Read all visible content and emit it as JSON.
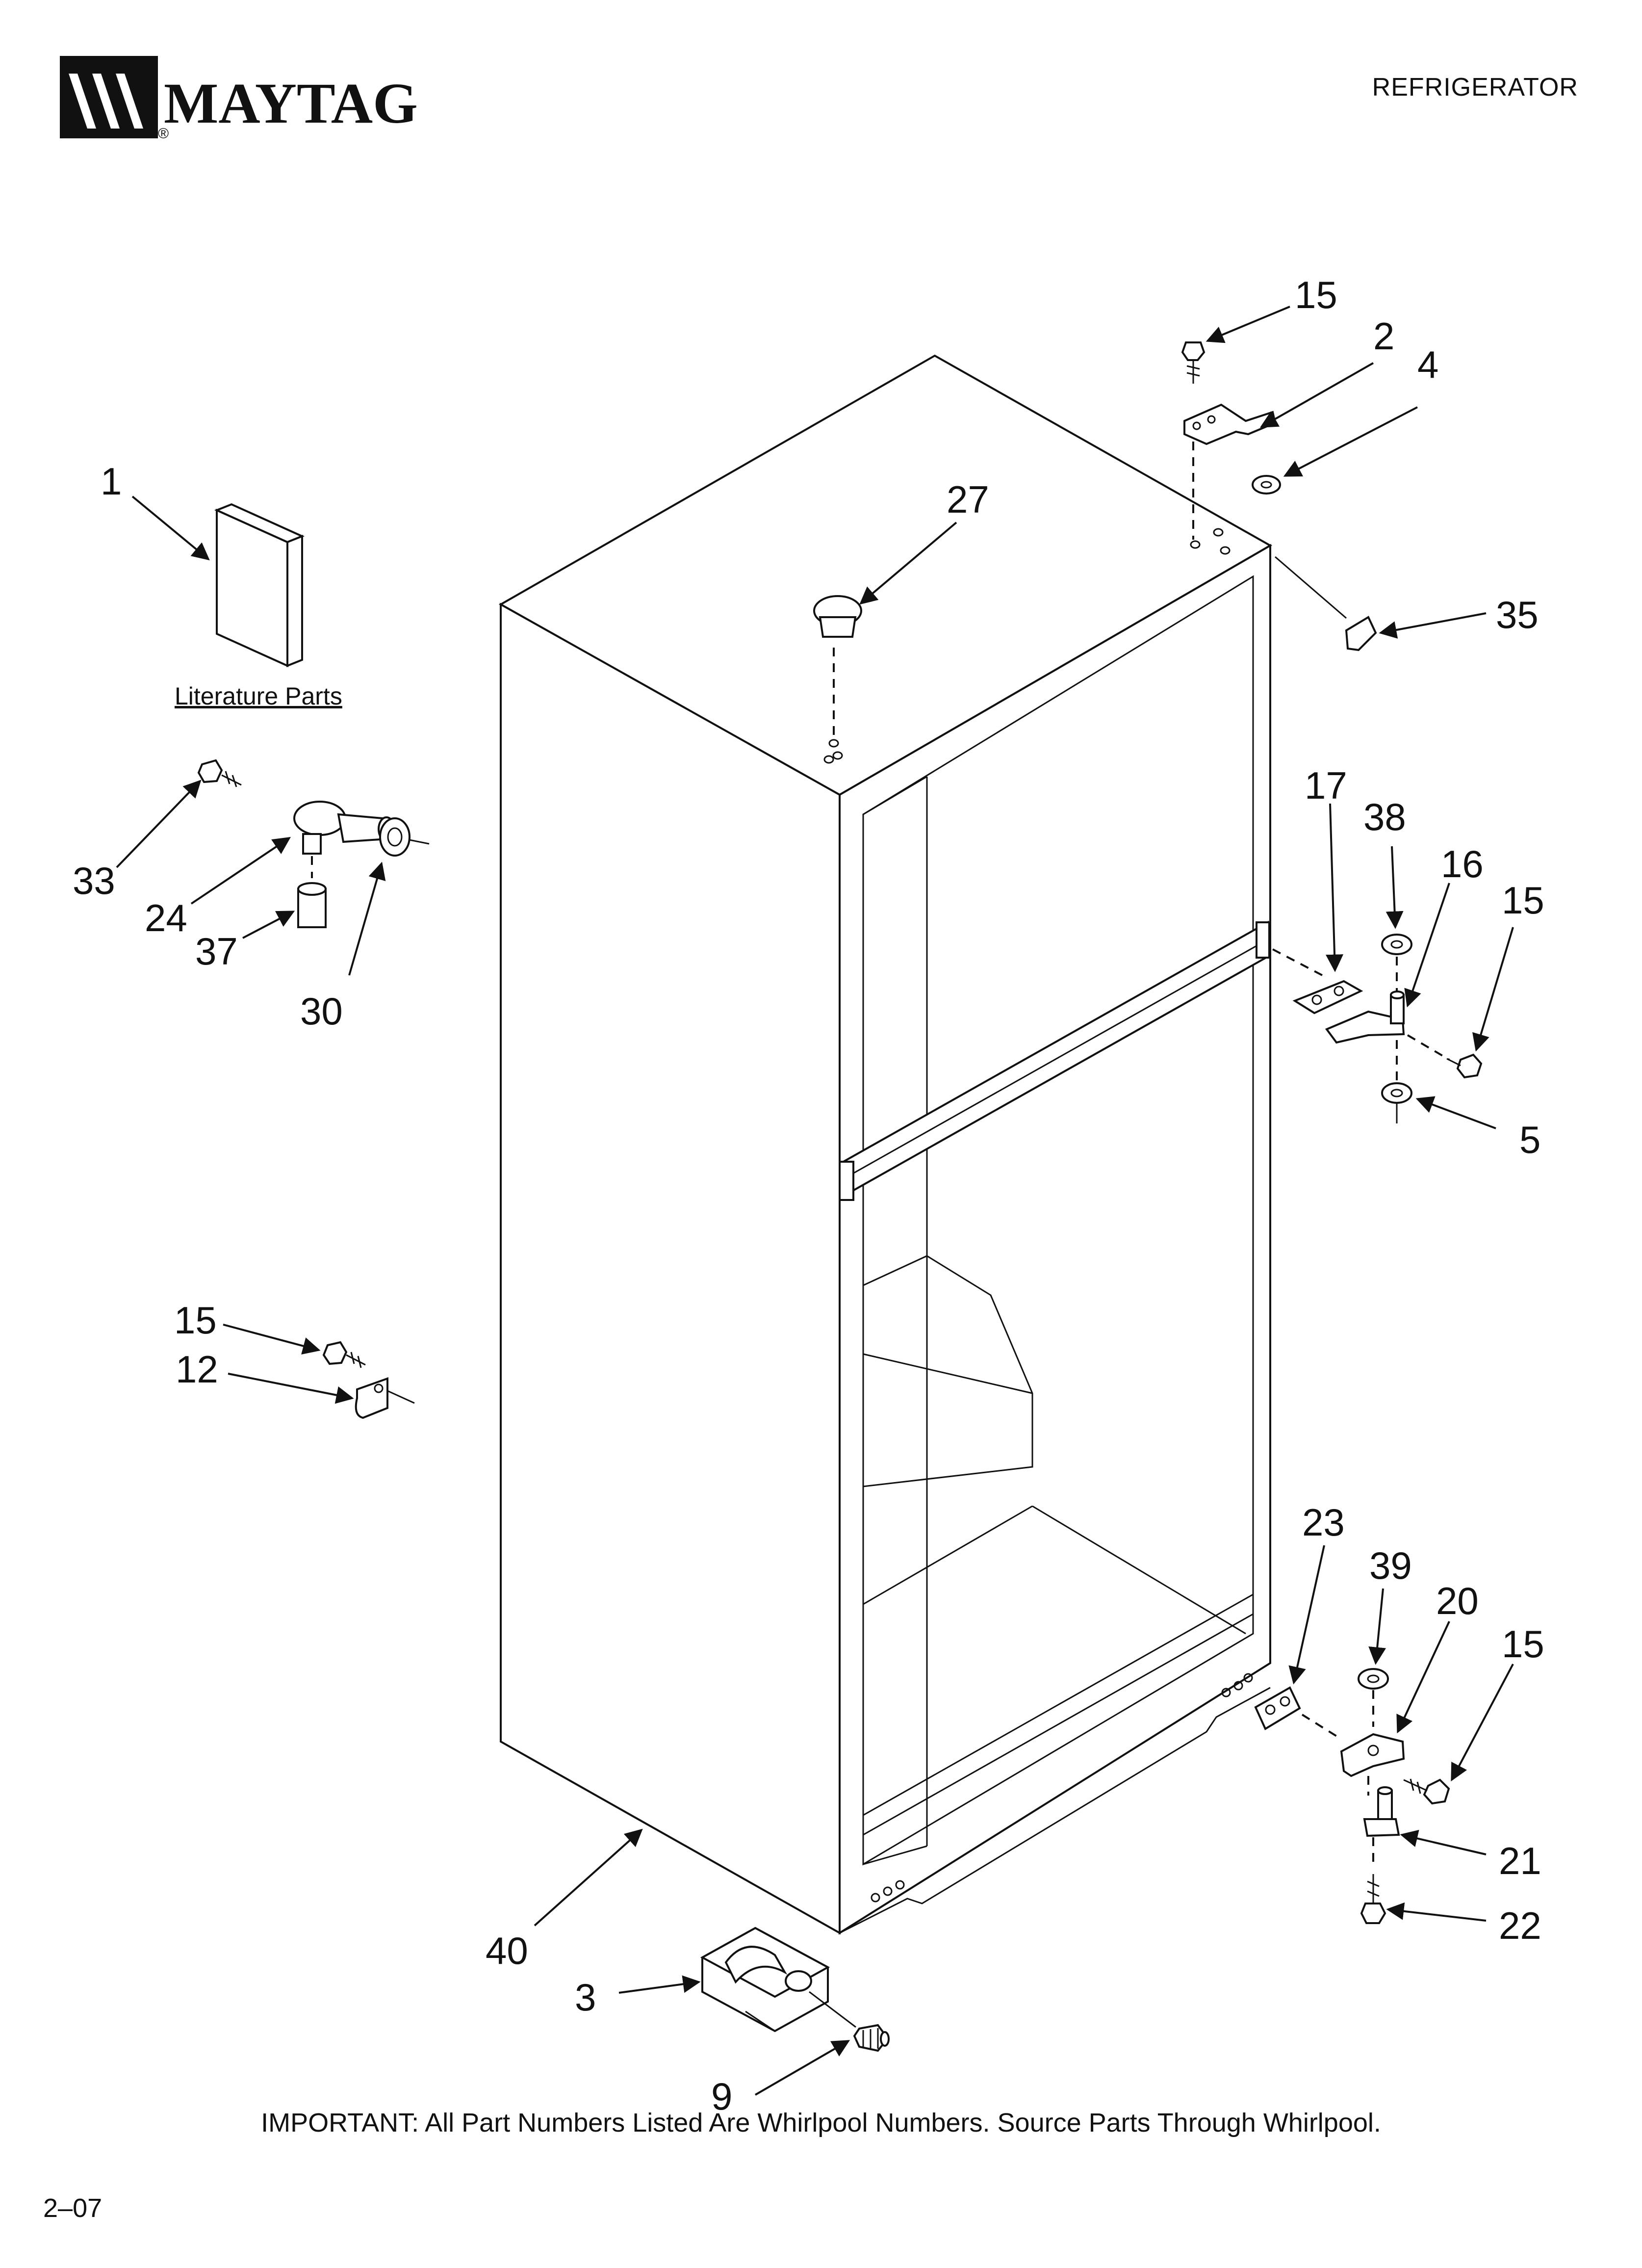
{
  "header": {
    "brand": "MAYTAG",
    "registered_mark": "®",
    "category": "REFRIGERATOR"
  },
  "literature_label": "Literature Parts",
  "callouts": {
    "c1": "1",
    "c2": "2",
    "c3": "3",
    "c4": "4",
    "c5": "5",
    "c9": "9",
    "c12": "12",
    "c15a": "15",
    "c15b": "15",
    "c15c": "15",
    "c15d": "15",
    "c16": "16",
    "c17": "17",
    "c20": "20",
    "c21": "21",
    "c22": "22",
    "c23": "23",
    "c24": "24",
    "c27": "27",
    "c30": "30",
    "c33": "33",
    "c35": "35",
    "c37": "37",
    "c38": "38",
    "c39": "39",
    "c40": "40"
  },
  "footer": {
    "notice": "IMPORTANT: All Part Numbers Listed Are Whirlpool Numbers. Source Parts Through Whirlpool.",
    "revision": "2–07"
  }
}
